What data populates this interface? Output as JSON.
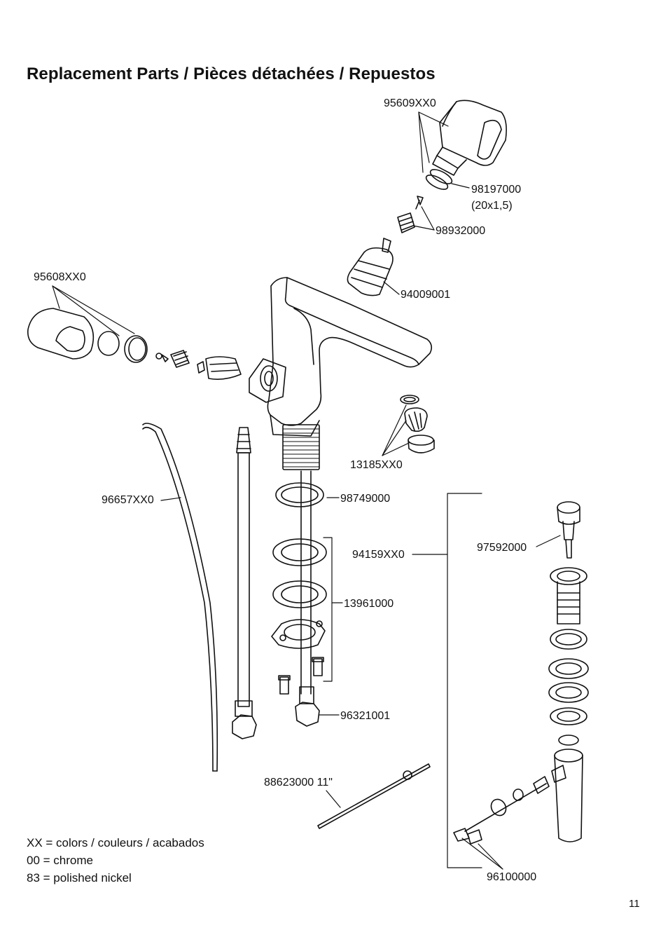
{
  "title": "Replacement Parts / Pièces détachées / Repuestos",
  "parts": {
    "p95609": "95609XX0",
    "p98197": "98197000",
    "p98197_size": "(20x1,5)",
    "p98932": "98932000",
    "p95608": "95608XX0",
    "p94009": "94009001",
    "p13185": "13185XX0",
    "p96657": "96657XX0",
    "p98749": "98749000",
    "p97592": "97592000",
    "p94159": "94159XX0",
    "p13961": "13961000",
    "p96321": "96321001",
    "p88623": "88623000 11\"",
    "p96100": "96100000"
  },
  "legend": {
    "line1": "XX = colors / couleurs / acabados",
    "line2": "00 = chrome",
    "line3": "83 = polished nickel"
  },
  "page_number": "11"
}
